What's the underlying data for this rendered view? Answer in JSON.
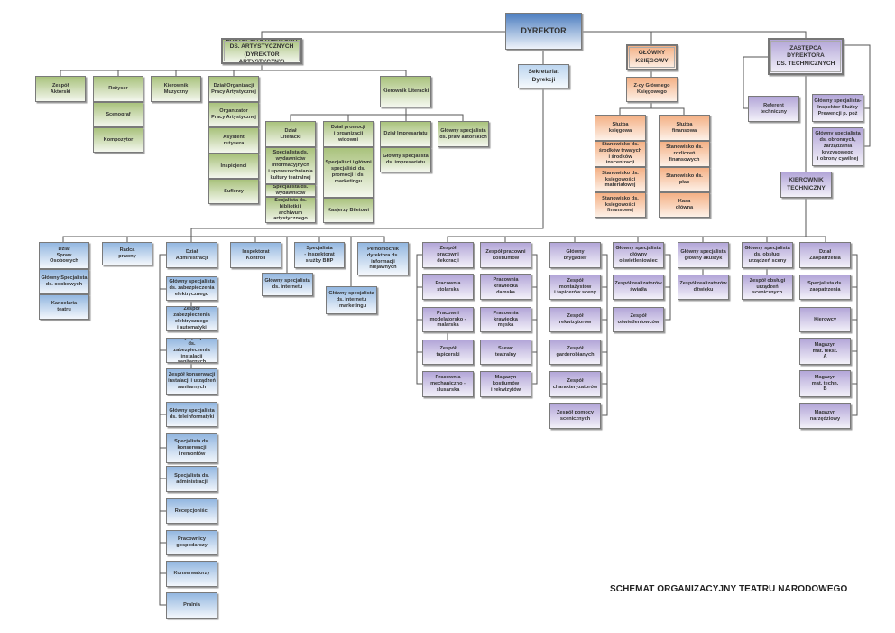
{
  "title": "SCHEMAT ORGANIZACYJNY TEATRU NARODOWEGO",
  "colors": {
    "artistic": "#a9c27c",
    "director": "#4e7fc0",
    "secretariat": "#bcd5ef",
    "finance": "#f4b084",
    "technical": "#b3a6d8",
    "administration": "#93b7e0"
  },
  "nodes": {
    "dyrektor": "DYREKTOR",
    "zastepca_art": "ZASTĘPCA DYREKTORA\nDS. ARTYSTYCZNYCH\n(DYREKTOR ARTYSTYCZNY)",
    "sekretariat": "Sekretariat\nDyrekcji",
    "glowny_ksiegowy": "GŁÓWNY\nKSIĘGOWY",
    "zcy_ksiegowego": "Z-cy Głównego\nKsięgowego",
    "sluzba_ksiegowa": "Służba\nksięgowa",
    "st_srodkow": "Stanowisko ds.\nśrodków trwałych\ni środków inscenizacji",
    "st_materialowej": "Stanowisko ds.\nksięgowości\nmateriałowej",
    "st_finansowej": "Stanowisko ds.\nksięgowości\nfinansowej",
    "sluzba_finansowa": "Służba\nfinansowa",
    "st_rozliczen": "Stanowisko ds.\nrozliczeń\nfinansowych",
    "st_plac": "Stanowisko ds. płac",
    "kasa": "Kasa\ngłówna",
    "zastepca_tech": "ZASTĘPCA DYREKTORA\nDS. TECHNICZNYCH",
    "referent_tech": "Referent techniczny",
    "inspektor_ppoz": "Główny specjalista-\nInspektor Służby\nPrewencji p. poż",
    "spec_obronnych": "Główny specjalista\nds. obronnych,\nzarządzania\nkryzysowego\ni obrony cywilnej",
    "kierownik_tech": "KIEROWNIK\nTECHNICZNY",
    "zespol_aktorski": "Zespół\nAktorski",
    "rezyser": "Reżyser",
    "scenograf": "Scenograf",
    "kompozytor": "Kompozytor",
    "kier_muzyczny": "Kierownik\nMuzyczny",
    "dzial_org": "Dział Organizacji\nPracy Artystycznej",
    "organizator": "Organizator\nPracy Artystycznej",
    "asystent": "Asystent\nreżysera",
    "inspicjenci": "Inspicjenci",
    "suflerzy": "Suflerzy",
    "kier_literacki": "Kierownik Literacki",
    "dzial_literacki": "Dział\nLiteracki",
    "spec_wyd_inf": "Specjalista ds.\nwydawnictw\ninformacyjnych\ni upowszechniania\nkultury teatralnej",
    "spec_wyd": "Specjalista ds.\nwydawnictw",
    "spec_biblioteki": "Secjalista ds.\nbibliotki i archiwum\nartystycznego",
    "dzial_promocji": "Dział promocji\ni organizacji\nwidowni",
    "spec_promocji": "Specjaliści i główni\nspecjaliści ds.\npromocji i ds.\nmarketingu",
    "kasjerzy": "Kasjerzy Biletowi",
    "dzial_impresariatu": "Dział Impresariatu",
    "spec_impresariatu": "Główny specjalista\nds. impresariatu",
    "spec_praw": "Główny specjalista\nds. praw autorskich",
    "dzial_osobowy": "Dział\nSpraw\nOsobowych",
    "spec_osobowych": "Główny Specjalista\nds. osobowych",
    "kancelaria": "Kancelaria\nteatru",
    "radca": "Radca\nprawny",
    "dzial_admin": "Dział\nAdministracji",
    "adm_elektr": "Główny specjalista\nds. zabezpieczenia\nelektrycznego",
    "adm_zesp_elektr": "Zespół zabezpieczenia\nelektrycznego\ni automatyki",
    "adm_sanit": "Główny specjalista ds.\nzabezpieczenia\ninstalacji sanitarnych",
    "adm_konserwacji": "Zespół konserwacji\ninstalacji i urządzeń\nsanitarnych",
    "adm_tele": "Główny specjalista\nds. teleinformatyki",
    "adm_remontow": "Specjalista ds.\nkonserwacji\ni remontów",
    "adm_spec": "Specjalista ds.\nadministracji",
    "adm_recepcja": "Recepcjoniści",
    "adm_gosp": "Pracownicy\ngospodarczy",
    "adm_konserwatorzy": "Konserwatorzy",
    "adm_pralnia": "Pralnia",
    "inspektorat": "Inspektorat\nKontroli",
    "spec_internetu": "Główny specjalista\nds. internetu",
    "spec_bhp": "Specjalista\n- inspektorat\nsłużby BHP",
    "spec_int_mark": "Główny specjalista\nds. internetu\ni marketingu",
    "pelnomocnik": "Pełnomocnik\ndyrektora ds.\ninformacji\nniejawnych",
    "zesp_dekoracji": "Zespół\npracowni\ndekoracji",
    "prac_stolarska": "Pracownia\nstolarska",
    "prac_modelatorska": "Pracowni\nmodelatorsko -\nmalarska",
    "zesp_tapicerski": "Zespół\ntapicerski",
    "prac_mechaniczna": "Pracownia\nmechaniczno -\nślusarska",
    "zesp_kostiumow": "Zespół pracowni\nkostiumów",
    "kraw_damska": "Pracownia\nkrawiecka\ndamska",
    "kraw_meska": "Pracownia\nkrawiecka\nmęska",
    "szewc": "Szewc\nteatralny",
    "mag_kostiumow": "Magazyn\nkostiumów\ni rekwizytów",
    "brygadier": "Główny\nbrygadier",
    "zesp_montazystow": "Zespół\nmontażystów\ni tapicerów sceny",
    "zesp_rekwizytorow": "Zespół\nrekwizytorów",
    "zesp_garderobianych": "Zespół\ngarderobianych",
    "zesp_charakteryzatorow": "Zespół\ncharakteryzatorów",
    "zesp_pomocy": "Zespół pomocy\nscenicznych",
    "oswietleniowiec": "Główny specjalista\ngłówny\noświetleniowiec",
    "zesp_real_swiatla": "Zespół realizatorów\nświatła",
    "zesp_oswietleniowcow": "Zespół\noświetleniowców",
    "akustyk": "Główny specjalista\ngłówny akustyk",
    "zesp_dzwieku": "Zespół realizatorów\ndźwięku",
    "spec_urzadzen": "Główny specjalista\nds. obsługi\nurządzeń sceny",
    "zesp_urzadzen": "Zespół obsługi\nurządzeń\nscenicznych",
    "dzial_zaopatrzenia": "Dział\nZaopatrzenia",
    "spec_zaopatrzenia": "Specjalista ds.\nzaopatrzenia",
    "kierowcy": "Kierowcy",
    "mag_tekst": "Magazyn\nmat. tekst.\nA",
    "mag_techn": "Magazyn\nmat. techn.\nB",
    "mag_narzedziowy": "Magazyn\nnarzędziowy"
  }
}
